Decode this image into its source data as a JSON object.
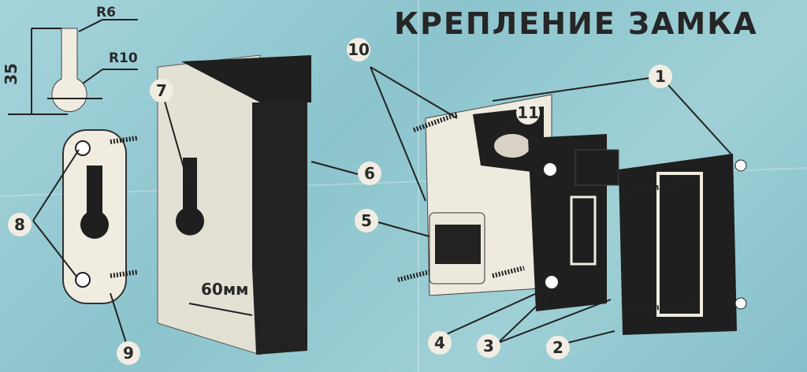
{
  "title": "КРЕПЛЕНИЕ ЗАМКА",
  "dimensions": {
    "r6": "R6",
    "r10": "R10",
    "height": "35",
    "distance": "60мм"
  },
  "callouts": [
    "1",
    "2",
    "3",
    "4",
    "5",
    "6",
    "7",
    "8",
    "9",
    "10",
    "11"
  ],
  "colors": {
    "paper": "#8fc6cf",
    "ink": "#2a2a2a",
    "wood": "#e3e0d4",
    "metal": "#f0ece0"
  }
}
